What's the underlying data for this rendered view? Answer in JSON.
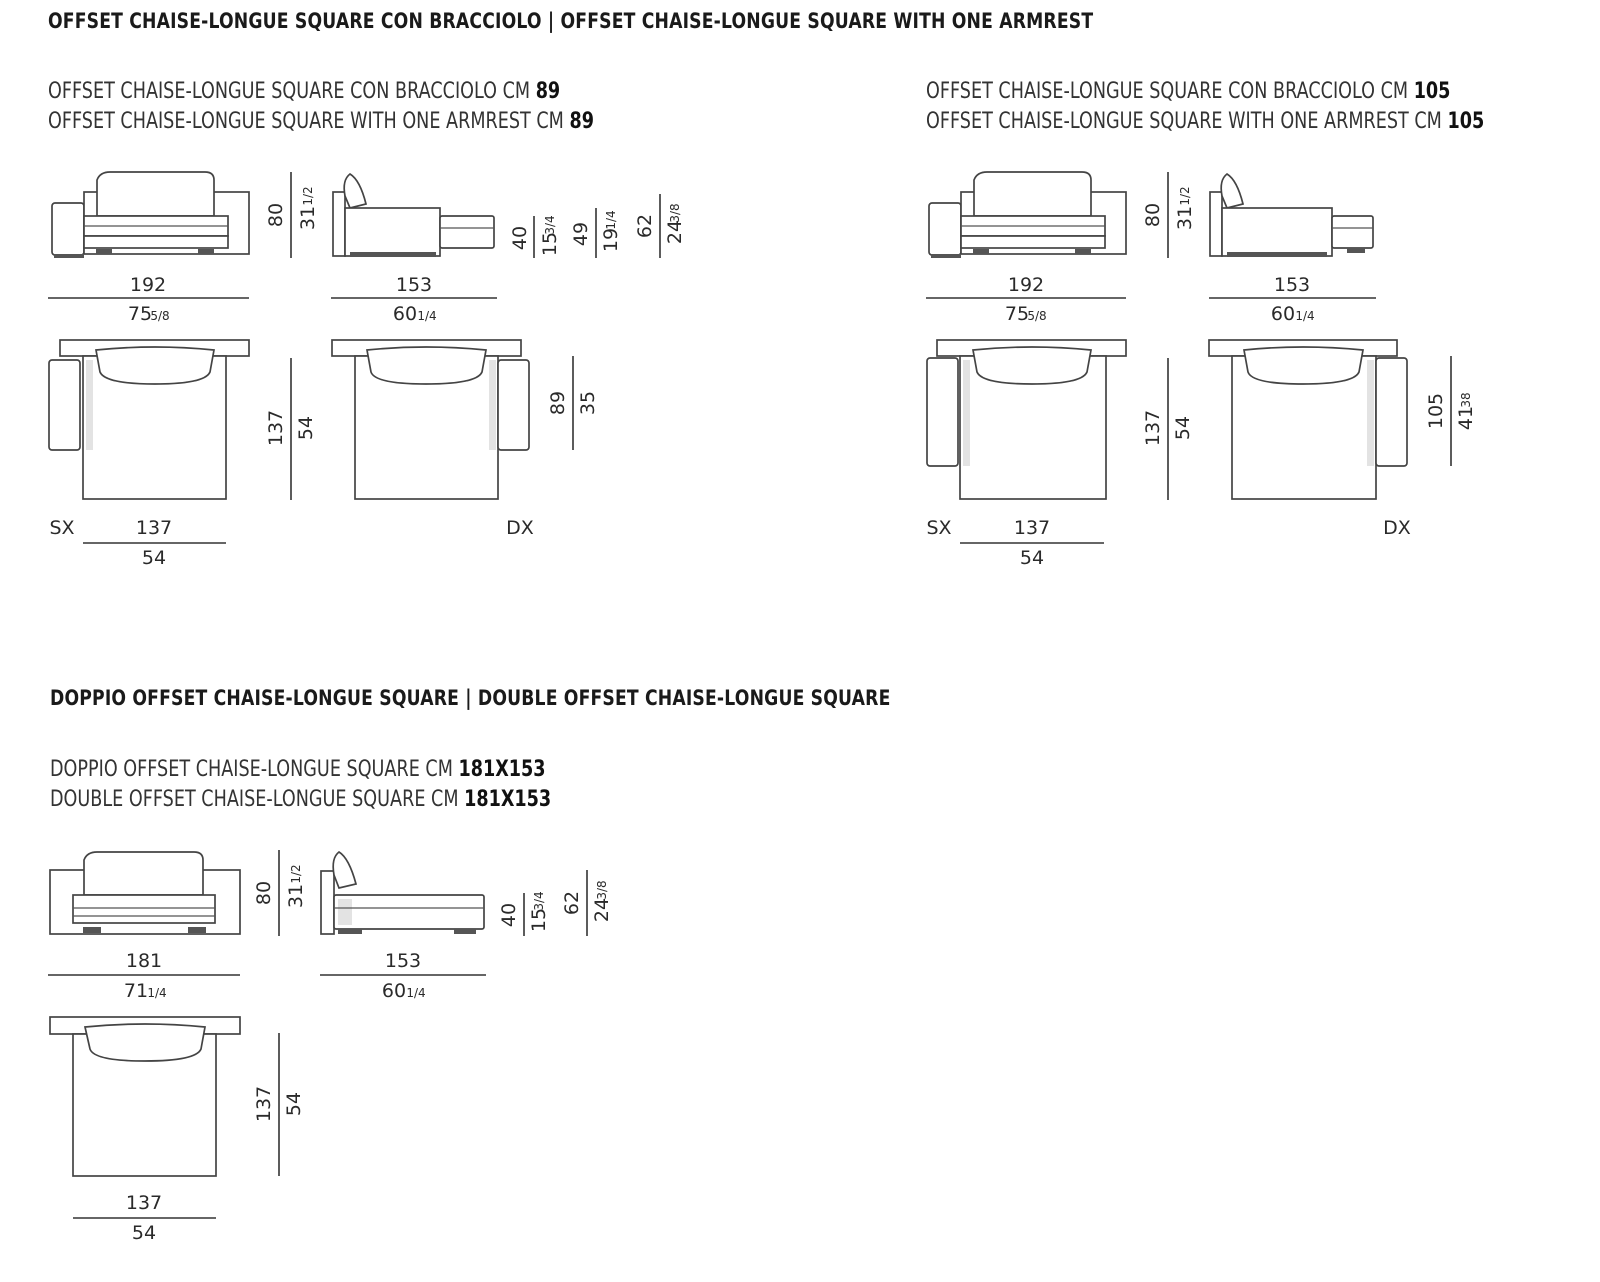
{
  "section1": {
    "heading": "OFFSET CHAISE-LONGUE SQUARE CON BRACCIOLO | OFFSET CHAISE-LONGUE SQUARE WITH ONE ARMREST",
    "left": {
      "line1_text": "OFFSET CHAISE-LONGUE SQUARE CON BRACCIOLO CM ",
      "line1_bold": "89",
      "line2_text": "OFFSET CHAISE-LONGUE SQUARE WITH ONE ARMREST CM ",
      "line2_bold": "89"
    },
    "right": {
      "line1_text": "OFFSET CHAISE-LONGUE SQUARE CON BRACCIOLO CM ",
      "line1_bold": "105",
      "line2_text": "OFFSET CHAISE-LONGUE SQUARE WITH ONE ARMREST CM ",
      "line2_bold": "105"
    }
  },
  "section2": {
    "heading": "DOPPIO OFFSET CHAISE-LONGUE SQUARE | DOUBLE OFFSET CHAISE-LONGUE SQUARE",
    "line1_text": "DOPPIO OFFSET CHAISE-LONGUE SQUARE CM ",
    "line1_bold": "181X153",
    "line2_text": "DOUBLE OFFSET CHAISE-LONGUE SQUARE CM ",
    "line2_bold": "181X153"
  },
  "dims": {
    "d80": "80",
    "d31": "31",
    "f12": "1/2",
    "d40": "40",
    "d15": "15",
    "f34": "3/4",
    "d49": "49",
    "d19": "19",
    "f14": "1/4",
    "d62": "62",
    "d24": "24",
    "f38": "3/8",
    "f38b": "38",
    "d192": "192",
    "d75": "75",
    "f58": "5/8",
    "d153": "153",
    "d60": "60",
    "d137": "137",
    "d54": "54",
    "d89": "89",
    "d35": "35",
    "d105": "105",
    "d41": "41",
    "d181": "181",
    "d71": "71",
    "sx": "SX",
    "dx": "DX"
  }
}
